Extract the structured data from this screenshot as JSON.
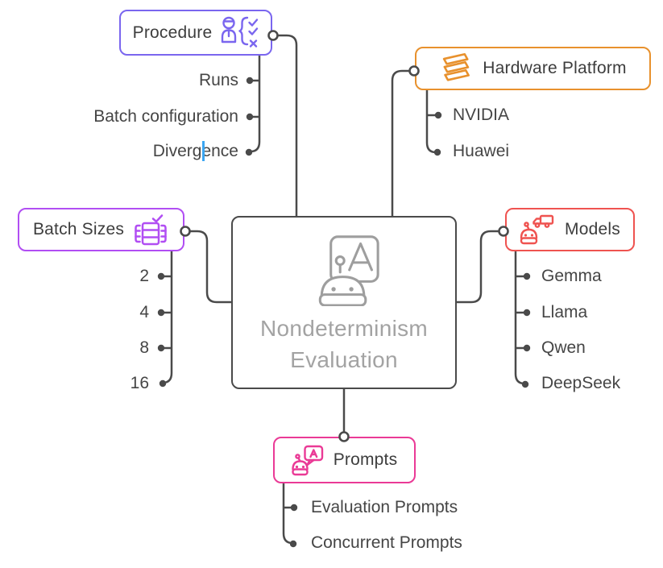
{
  "ui": {
    "background": "#ffffff",
    "wire_color": "#4a4a4a",
    "node_label_color": "#3d3d3d",
    "child_label_color": "#454545",
    "caret_color": "#3ba6f2"
  },
  "center": {
    "title_line1": "Nondeterminism",
    "title_line2": "Evaluation",
    "border_color": "#4a4a4a",
    "text_color": "#a3a3a3",
    "icon_color": "#9e9e9e",
    "icon": "robot-presentation-board-icon"
  },
  "branches": {
    "procedure": {
      "label": "Procedure",
      "color": "#7a66ef",
      "icon": "person-checklist-icon",
      "children": [
        "Runs",
        "Batch configuration",
        "Divergence"
      ]
    },
    "hardware": {
      "label": "Hardware Platform",
      "color": "#e8912d",
      "icon": "stacked-layers-icon",
      "children": [
        "NVIDIA",
        "Huawei"
      ]
    },
    "batch_sizes": {
      "label": "Batch Sizes",
      "color": "#b14ef3",
      "icon": "batch-stack-check-icon",
      "children": [
        "2",
        "4",
        "8",
        "16"
      ]
    },
    "models": {
      "label": "Models",
      "color": "#ef5350",
      "icon": "robot-truck-icon",
      "children": [
        "Gemma",
        "Llama",
        "Qwen",
        "DeepSeek"
      ]
    },
    "prompts": {
      "label": "Prompts",
      "color": "#ea3a96",
      "icon": "robot-chat-bubble-icon",
      "children": [
        "Evaluation Prompts",
        "Concurrent Prompts"
      ]
    }
  }
}
